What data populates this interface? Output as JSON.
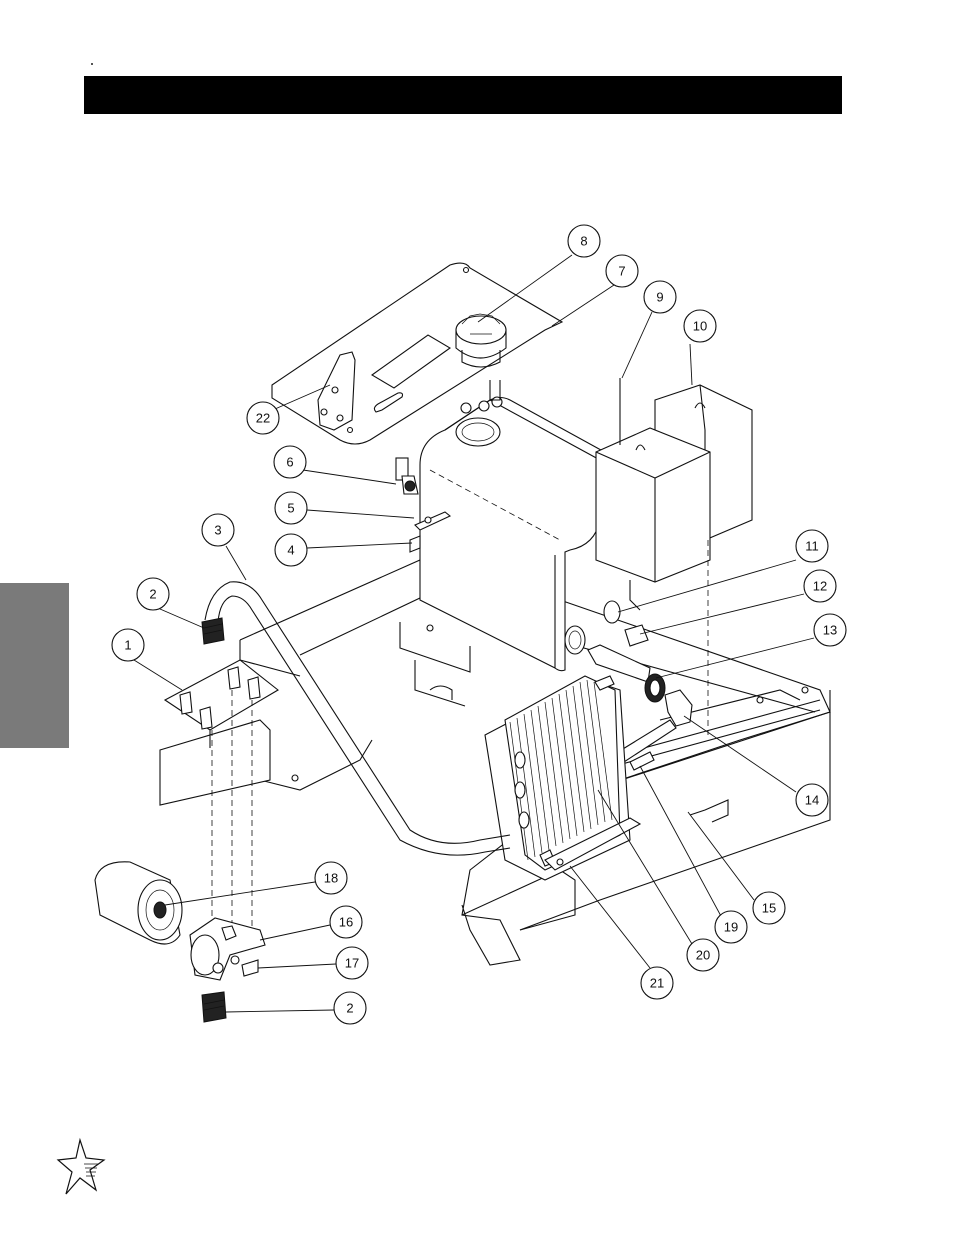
{
  "callouts": [
    {
      "id": "c8",
      "label": "8"
    },
    {
      "id": "c7",
      "label": "7"
    },
    {
      "id": "c9",
      "label": "9"
    },
    {
      "id": "c10",
      "label": "10"
    },
    {
      "id": "c22",
      "label": "22"
    },
    {
      "id": "c6",
      "label": "6"
    },
    {
      "id": "c5",
      "label": "5"
    },
    {
      "id": "c4",
      "label": "4"
    },
    {
      "id": "c3",
      "label": "3"
    },
    {
      "id": "c2a",
      "label": "2"
    },
    {
      "id": "c1",
      "label": "1"
    },
    {
      "id": "c11",
      "label": "11"
    },
    {
      "id": "c12",
      "label": "12"
    },
    {
      "id": "c13",
      "label": "13"
    },
    {
      "id": "c14",
      "label": "14"
    },
    {
      "id": "c15",
      "label": "15"
    },
    {
      "id": "c19",
      "label": "19"
    },
    {
      "id": "c20",
      "label": "20"
    },
    {
      "id": "c21",
      "label": "21"
    },
    {
      "id": "c18",
      "label": "18"
    },
    {
      "id": "c16",
      "label": "16"
    },
    {
      "id": "c17",
      "label": "17"
    },
    {
      "id": "c2b",
      "label": "2"
    }
  ],
  "colors": {
    "header_bar": "#000000",
    "side_tab": "#7a7a7a",
    "line": "#111111"
  },
  "icons": {
    "logo": "star-logo-icon"
  }
}
